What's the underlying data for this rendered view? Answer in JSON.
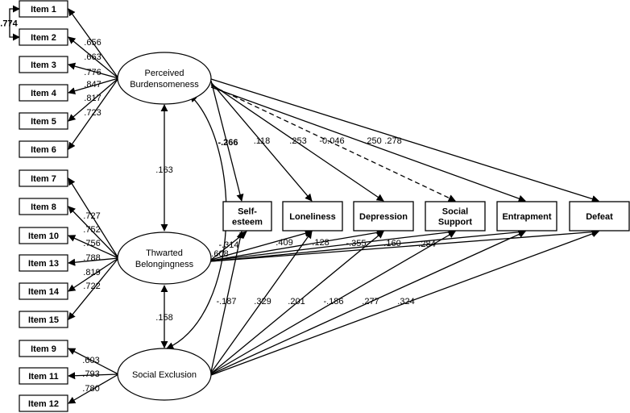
{
  "items": [
    {
      "id": "item1",
      "label": "Item 1"
    },
    {
      "id": "item2",
      "label": "Item 2"
    },
    {
      "id": "item3",
      "label": "Item 3"
    },
    {
      "id": "item4",
      "label": "Item 4"
    },
    {
      "id": "item5",
      "label": "Item 5"
    },
    {
      "id": "item6",
      "label": "Item 6"
    },
    {
      "id": "item7",
      "label": "Item 7"
    },
    {
      "id": "item8",
      "label": "Item 8"
    },
    {
      "id": "item10",
      "label": "Item 10"
    },
    {
      "id": "item13",
      "label": "Item 13"
    },
    {
      "id": "item14",
      "label": "Item 14"
    },
    {
      "id": "item15",
      "label": "Item 15"
    },
    {
      "id": "item9",
      "label": "Item 9"
    },
    {
      "id": "item11",
      "label": "Item 11"
    },
    {
      "id": "item12",
      "label": "Item 12"
    }
  ],
  "latents": [
    {
      "id": "pb",
      "lines": [
        "Perceived",
        "Burdensomeness"
      ]
    },
    {
      "id": "tb",
      "lines": [
        "Thwarted",
        "Belongingness"
      ]
    },
    {
      "id": "se",
      "lines": [
        "Social Exclusion"
      ]
    }
  ],
  "outcomes": [
    {
      "id": "selfesteem",
      "lines": [
        "Self-",
        "esteem"
      ]
    },
    {
      "id": "loneliness",
      "lines": [
        "Loneliness"
      ]
    },
    {
      "id": "depression",
      "lines": [
        "Depression"
      ]
    },
    {
      "id": "socialsupport",
      "lines": [
        "Social",
        "Support"
      ]
    },
    {
      "id": "entrapment",
      "lines": [
        "Entrapment"
      ]
    },
    {
      "id": "defeat",
      "lines": [
        "Defeat"
      ]
    }
  ],
  "loadings": [
    {
      "latent": "pb",
      "item": "item1",
      "value": ".656"
    },
    {
      "latent": "pb",
      "item": "item2",
      "value": ".663"
    },
    {
      "latent": "pb",
      "item": "item3",
      "value": ".776"
    },
    {
      "latent": "pb",
      "item": "item4",
      "value": ".847"
    },
    {
      "latent": "pb",
      "item": "item5",
      "value": ".817"
    },
    {
      "latent": "pb",
      "item": "item6",
      "value": ".723"
    },
    {
      "latent": "tb",
      "item": "item7",
      "value": ".727"
    },
    {
      "latent": "tb",
      "item": "item8",
      "value": ".752"
    },
    {
      "latent": "tb",
      "item": "item10",
      "value": ".756"
    },
    {
      "latent": "tb",
      "item": "item13",
      "value": ".788"
    },
    {
      "latent": "tb",
      "item": "item14",
      "value": ".819"
    },
    {
      "latent": "tb",
      "item": "item15",
      "value": ".722"
    },
    {
      "latent": "se",
      "item": "item9",
      "value": ".603"
    },
    {
      "latent": "se",
      "item": "item11",
      "value": ".793"
    },
    {
      "latent": "se",
      "item": "item12",
      "value": ".780"
    }
  ],
  "error_covariance": {
    "from": "item1",
    "to": "item2",
    "value": ".774"
  },
  "correlations": [
    {
      "from": "pb",
      "to": "tb",
      "value": ".163"
    },
    {
      "from": "tb",
      "to": "se",
      "value": ".158"
    },
    {
      "from": "pb",
      "to": "se",
      "value": ".608"
    }
  ],
  "paths": [
    {
      "from": "pb",
      "to": "selfesteem",
      "value": "-.266",
      "dashed": false
    },
    {
      "from": "pb",
      "to": "loneliness",
      "value": ".118",
      "dashed": false
    },
    {
      "from": "pb",
      "to": "depression",
      "value": ".253",
      "dashed": false
    },
    {
      "from": "pb",
      "to": "socialsupport",
      "value": "-0.046",
      "dashed": true
    },
    {
      "from": "pb",
      "to": "entrapment",
      "value": ".250",
      "dashed": false
    },
    {
      "from": "pb",
      "to": "defeat",
      "value": ".278",
      "dashed": false
    },
    {
      "from": "tb",
      "to": "selfesteem",
      "value": "-.314",
      "dashed": false
    },
    {
      "from": "tb",
      "to": "loneliness",
      "value": ".409",
      "dashed": false
    },
    {
      "from": "tb",
      "to": "depression",
      "value": ".128",
      "dashed": false
    },
    {
      "from": "tb",
      "to": "socialsupport",
      "value": "-.355",
      "dashed": false
    },
    {
      "from": "tb",
      "to": "entrapment",
      "value": ".160",
      "dashed": false
    },
    {
      "from": "tb",
      "to": "defeat",
      "value": ".284",
      "dashed": false
    },
    {
      "from": "se",
      "to": "selfesteem",
      "value": "-.187",
      "dashed": false
    },
    {
      "from": "se",
      "to": "loneliness",
      "value": ".329",
      "dashed": false
    },
    {
      "from": "se",
      "to": "depression",
      "value": ".201",
      "dashed": false
    },
    {
      "from": "se",
      "to": "socialsupport",
      "value": "-.186",
      "dashed": false
    },
    {
      "from": "se",
      "to": "entrapment",
      "value": ".277",
      "dashed": false
    },
    {
      "from": "se",
      "to": "defeat",
      "value": ".324",
      "dashed": false
    }
  ]
}
